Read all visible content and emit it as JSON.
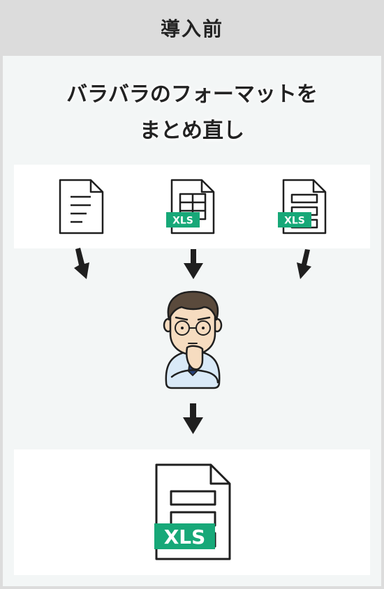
{
  "header": {
    "title": "導入前"
  },
  "headline": {
    "line1": "バラバラのフォーマットを",
    "line2": "まとめ直し"
  },
  "documents": {
    "badge_label": "XLS",
    "output_badge_label": "XLS"
  },
  "colors": {
    "badge": "#17a878",
    "ink": "#1f1f1f",
    "panel": "#f3f6f6",
    "header_bg": "#dcdcdc"
  }
}
